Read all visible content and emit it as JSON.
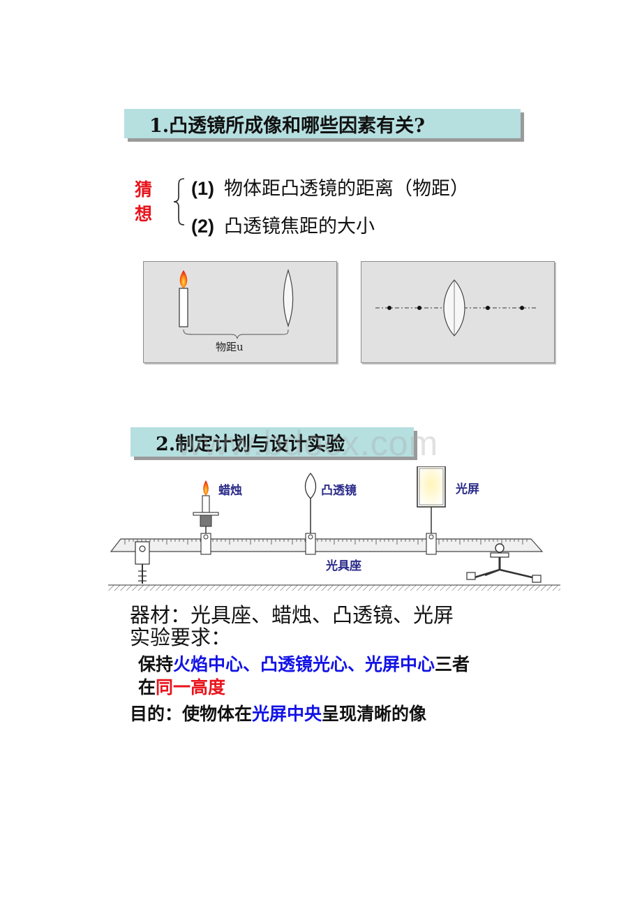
{
  "section1": {
    "title": "1.凸透镜所成像和哪些因素有关?",
    "guess_chars": [
      "猜",
      "想"
    ],
    "hypotheses": [
      {
        "num": "(1)",
        "text": "物体距凸透镜的距离（物距）"
      },
      {
        "num": "(2)",
        "text": "凸透镜焦距的大小"
      }
    ],
    "figure_left_label": "物距u"
  },
  "section2": {
    "title": "2.制定计划与设计实验",
    "watermark": "www.bdocx.com",
    "apparatus_labels": {
      "candle": "蜡烛",
      "lens": "凸透镜",
      "screen": "光屏",
      "bench": "光具座"
    }
  },
  "text": {
    "equipment": "器材：光具座、蜡烛、凸透镜、光屏",
    "requirement_title": "实验要求：",
    "req_line1": {
      "pre": "保持",
      "blue": "火焰中心、凸透镜光心、光屏中心",
      "post": "三者"
    },
    "req_line2": {
      "pre": "在",
      "red": "同一高度"
    },
    "purpose": {
      "pre": "目的：使物体在",
      "blue": "光屏中央",
      "post": "呈现清晰的像"
    }
  },
  "colors": {
    "banner": "#b6dfe0",
    "emphasis_blue": "#1212e6",
    "emphasis_red": "#e8131b",
    "panel_gray": "#e1e1e1"
  }
}
